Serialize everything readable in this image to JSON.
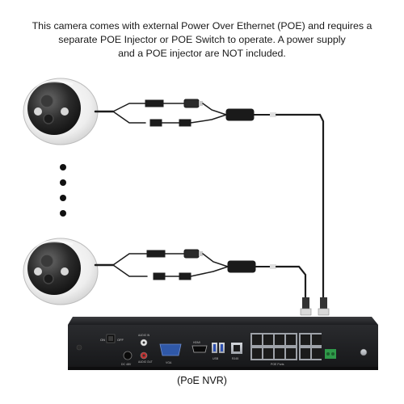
{
  "notice": {
    "line1": "This camera comes with external Power Over Ethernet (POE) and requires a",
    "line2": "separate POE Injector or POE Switch to operate. A power supply",
    "line3": "and a POE injector are NOT included."
  },
  "nvr": {
    "caption": "(PoE NVR)",
    "label_on": "ON",
    "label_off": "OFF",
    "label_dc": "DC 48V",
    "label_audio_in": "AUDIO IN",
    "label_audio_out": "AUDIO OUT",
    "label_vga": "VGA",
    "label_hdmi": "HDMI",
    "label_usb": "USB",
    "label_rj45": "RJ45",
    "label_poe_ports": "POE Ports"
  },
  "colors": {
    "camera_body": "#f4f4f4",
    "camera_dome": "#2b2b2b",
    "cable": "#1c1c1c",
    "nvr_body": "#1e1f22",
    "port_metal": "#b9bcc2",
    "terminal_green": "#2f9a4a"
  }
}
